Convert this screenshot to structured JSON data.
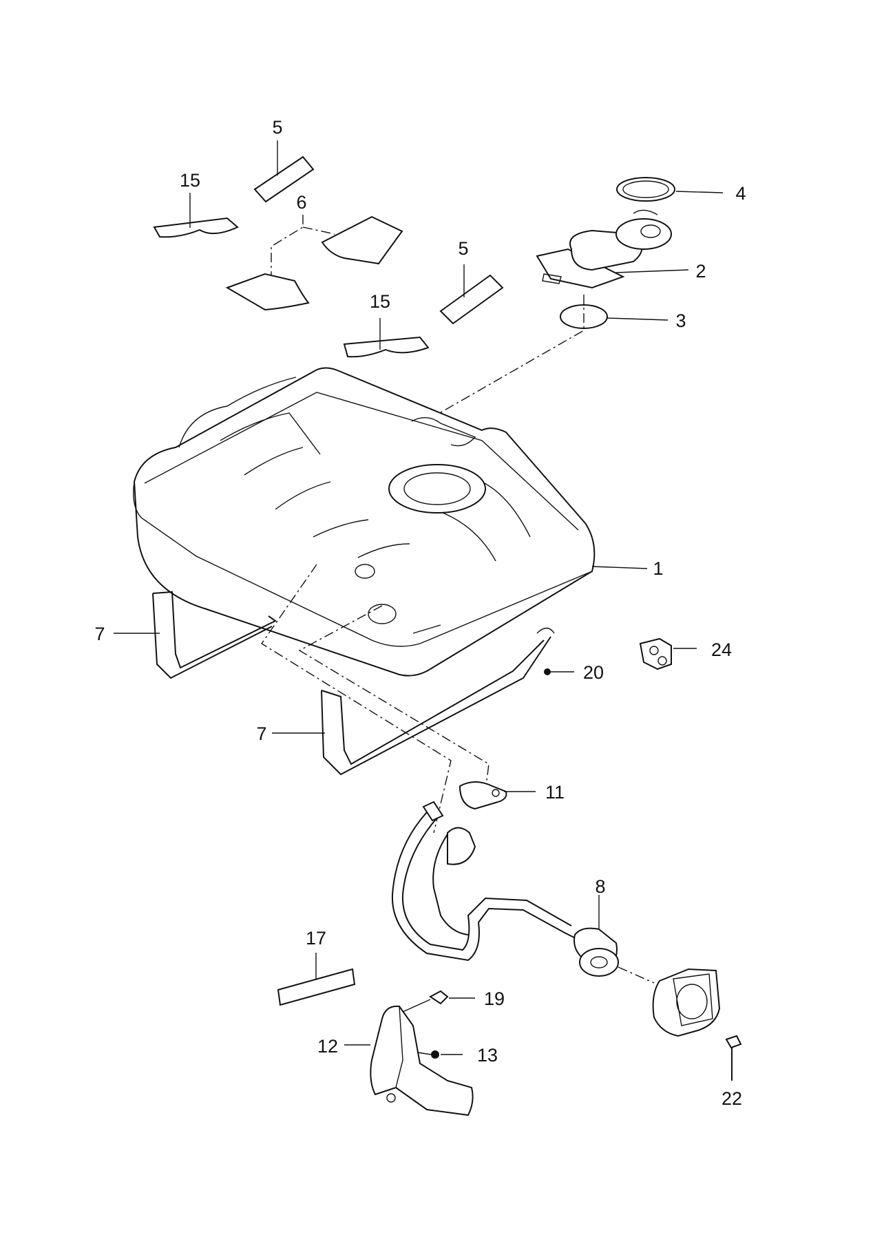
{
  "diagram": {
    "callouts": [
      {
        "id": "c5a",
        "label": "5"
      },
      {
        "id": "c15a",
        "label": "15"
      },
      {
        "id": "c6",
        "label": "6"
      },
      {
        "id": "c4",
        "label": "4"
      },
      {
        "id": "c5b",
        "label": "5"
      },
      {
        "id": "c2",
        "label": "2"
      },
      {
        "id": "c15b",
        "label": "15"
      },
      {
        "id": "c3",
        "label": "3"
      },
      {
        "id": "c1",
        "label": "1"
      },
      {
        "id": "c7a",
        "label": "7"
      },
      {
        "id": "c24",
        "label": "24"
      },
      {
        "id": "c20",
        "label": "20"
      },
      {
        "id": "c7b",
        "label": "7"
      },
      {
        "id": "c11",
        "label": "11"
      },
      {
        "id": "c8",
        "label": "8"
      },
      {
        "id": "c17",
        "label": "17"
      },
      {
        "id": "c19",
        "label": "19"
      },
      {
        "id": "c12",
        "label": "12"
      },
      {
        "id": "c13",
        "label": "13"
      },
      {
        "id": "c22",
        "label": "22"
      }
    ]
  }
}
